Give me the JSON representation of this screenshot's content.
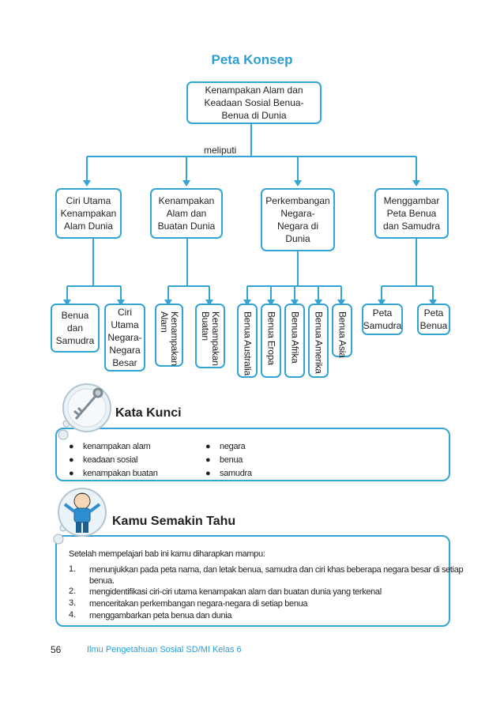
{
  "concept_map": {
    "title": "Peta Konsep",
    "root": [
      "Kenampakan Alam dan",
      "Keadaan Sosial Benua-",
      "Benua di Dunia"
    ],
    "connector": "meliputi",
    "branches": [
      {
        "lines": [
          "Ciri Utama",
          "Kenampakan",
          "Alam Dunia"
        ]
      },
      {
        "lines": [
          "Kenampakan",
          "Alam dan",
          "Buatan Dunia"
        ]
      },
      {
        "lines": [
          "Perkembangan",
          "Negara-",
          "Negara di",
          "Dunia"
        ]
      },
      {
        "lines": [
          "Menggambar",
          "Peta Benua",
          "dan Samudra"
        ]
      }
    ],
    "leaves": {
      "benua_samudra": [
        "Benua",
        "dan",
        "Samudra"
      ],
      "ciri_utama": [
        "Ciri",
        "Utama",
        "Negara-",
        "Negara",
        "Besar"
      ],
      "alam": "Kenampakan\nAlam",
      "buatan": "Kenampakan\nBuatan",
      "australia": "Benua Australia",
      "eropa": "Benua Eropa",
      "afrika": "Benua Afrika",
      "amerika": "Benua Amerika",
      "asia": "Benua Asia",
      "peta_samudra": [
        "Peta",
        "Samudra"
      ],
      "peta_benua": [
        "Peta",
        "Benua"
      ]
    }
  },
  "kata_kunci": {
    "heading": "Kata Kunci",
    "left": [
      "kenampakan alam",
      "keadaan sosial",
      "kenampakan buatan"
    ],
    "right": [
      "negara",
      "benua",
      "samudra"
    ]
  },
  "kamu_semakin_tahu": {
    "heading": "Kamu Semakin Tahu",
    "intro": "Setelah mempelajari bab ini kamu diharapkan mampu:",
    "goals": [
      {
        "num": "1.",
        "text": "menunjukkan pada peta nama, dan letak benua, samudra dan ciri khas beberapa negara besar di setiap",
        "cont": "benua."
      },
      {
        "num": "2.",
        "text": "mengidentifikasi ciri-ciri utama kenampakan alam dan buatan dunia yang terkenal"
      },
      {
        "num": "3.",
        "text": "menceritakan perkembangan negara-negara di setiap benua"
      },
      {
        "num": "4.",
        "text": "menggambarkan peta benua dan dunia"
      }
    ]
  },
  "footer": {
    "page_number": "56",
    "book_title": "Ilmu Pengetahuan Sosial SD/MI Kelas 6"
  },
  "colors": {
    "accent": "#33a4d4",
    "title": "#2a9fd4"
  },
  "icons": [
    "key-icon",
    "boy-mascot-icon"
  ]
}
